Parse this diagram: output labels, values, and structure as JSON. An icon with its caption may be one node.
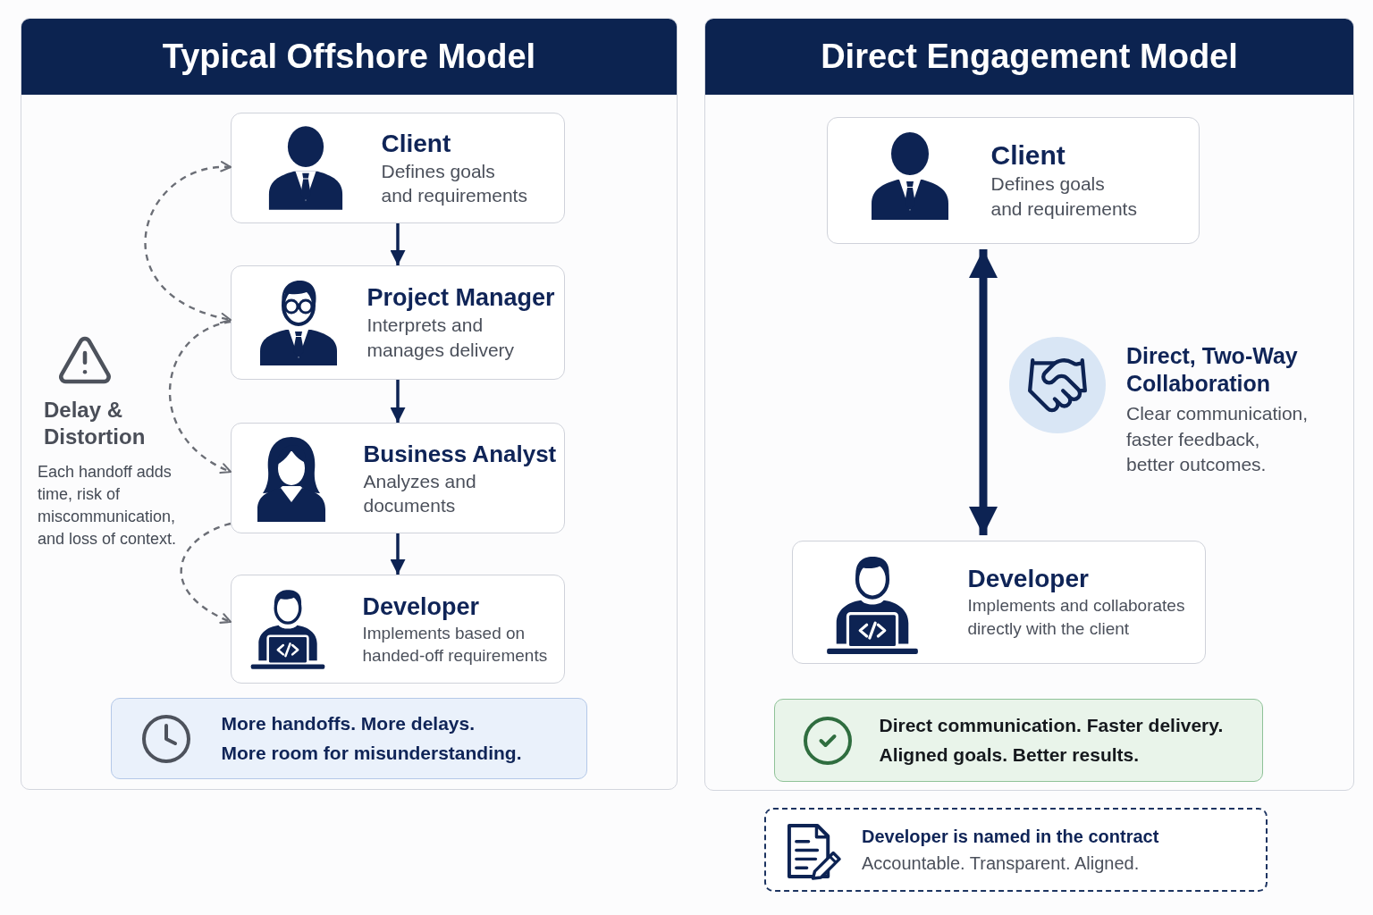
{
  "diagram": {
    "nodes": [
      {
        "text": [
          "Typical Offshore Model"
        ]
      },
      {
        "text": [
          "Client",
          "Defines goals and requirements"
        ],
        "in": 0
      },
      {
        "text": [
          "Project Manager",
          "Interprets and manages delivery"
        ],
        "in": 0
      },
      {
        "text": [
          "Business Analyst",
          "Analyzes and documents"
        ],
        "in": 0
      },
      {
        "text": [
          "Developer",
          "Implements based on handed-off requirements"
        ],
        "in": 0
      },
      {
        "text": [
          "More handoffs. More delays.",
          "More room for misunderstanding."
        ],
        "in": 0
      },
      {
        "text": [
          "Direct Engagement Model"
        ]
      },
      {
        "text": [
          "Client",
          "Defines goals and requirements"
        ],
        "in": 6
      },
      {
        "text": [
          "Developer",
          "Implements and collaborates directly with the client"
        ],
        "in": 6
      },
      {
        "text": [
          "Direct communication. Faster delivery.",
          "Aligned goals. Better results."
        ],
        "in": 6
      },
      {
        "text": [
          "Developer is named in the contract",
          "Accountable. Transparent. Aligned."
        ]
      }
    ],
    "edges": [
      {
        "from": 1,
        "to": 2,
        "arrow": "to"
      },
      {
        "from": 2,
        "to": 3,
        "arrow": "to"
      },
      {
        "from": 3,
        "to": 4,
        "arrow": "to"
      },
      {
        "from": 1,
        "to": 2,
        "arrow": "both",
        "style": "dashed",
        "color": "#6b6e76"
      },
      {
        "from": 2,
        "to": 3,
        "arrow": "to",
        "style": "dashed",
        "color": "#6b6e76"
      },
      {
        "from": 3,
        "to": 4,
        "arrow": "to",
        "style": "dashed",
        "color": "#6b6e76"
      },
      {
        "from": 7,
        "to": 8,
        "arrow": "both",
        "style": "thick"
      }
    ],
    "labels": [
      "Delay & Distortion",
      "Each handoff adds time, risk of miscommunication, and loss of context.",
      "Direct, Two-Way Collaboration",
      "Clear communication, faster feedback, better outcomes."
    ]
  }
}
